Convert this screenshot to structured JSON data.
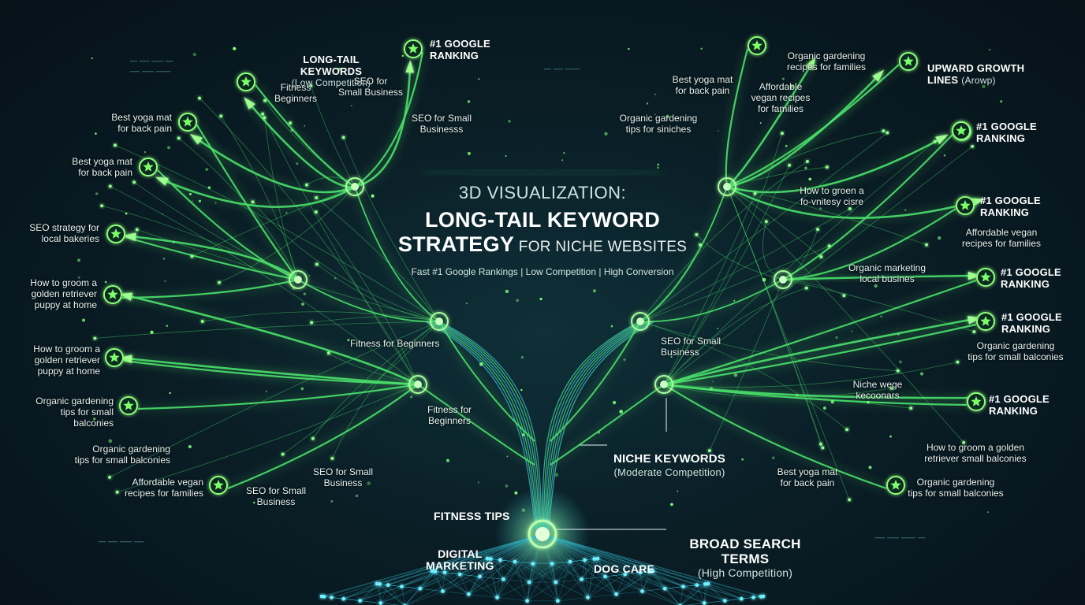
{
  "title": {
    "line1": "3D VISUALIZATION:",
    "line2": "LONG-TAIL KEYWORD",
    "line3_bold": "STRATEGY",
    "line3_rest": " FOR NICHE WEBSITES",
    "subtitle": "Fast #1 Google Rankings | Low Competition | High Conversion"
  },
  "tiers": {
    "long_tail": {
      "label": "LONG-TAIL KEYWORDS",
      "sub": "(Low Competition)"
    },
    "niche": {
      "label": "NICHE KEYWORDS",
      "sub": "(Moderate Competition)"
    },
    "broad": {
      "label": "BROAD SEARCH TERMS",
      "sub": "(High Competition)"
    }
  },
  "broad_terms": [
    "FITNESS TIPS",
    "DIGITAL\nMARKETING",
    "DOG CARE"
  ],
  "top_left": {
    "rank": "#1 GOOGLE\nRANKING"
  },
  "top_right": {
    "label": "UPWARD GROWTH\nLINES",
    "sub": "(Arowp)"
  },
  "left_labels": [
    "Fitness\nBeginners",
    "SEO for\nSmall Business",
    "SEO for Small\nBusinesss",
    "Best yoga mat\nfor back pain",
    "Best yoga mat\nfor back pain",
    "SEO strategy for\nlocal bakeries",
    "How to groom a\ngolden retriever\npuppy at home",
    "How to groom a\ngolden retriever\npuppy at home",
    "Organic gardening\ntips for small\nbalconies",
    "Organic gardening\ntips for small balconies",
    "Affordable vegan\nrecipes for families",
    "SEO for Small\nBusiness",
    "SEO for Small\nBusiness",
    "Fitness for Beginners",
    "Fitness for\nBeginners"
  ],
  "right_labels": [
    "Best yoga mat\nfor back pain",
    "Organic gardening\nrecipes for families",
    "Affordable\nvegan recipes\nfor families",
    "Organic gardening\ntips for siniches",
    "How to groen a\nfo-vnitesy cisre",
    "Affordable vegan\nrecipes for families",
    "Organic marketing\nlocal busines",
    "Organic gardening\ntips for small balconies",
    "Niche wege\nkecoonars",
    "How to groom a golden\nretriever small balconies",
    "Organic gardening\ntips for small balconies",
    "Best yoga mat\nfor back pain",
    "SEO for Small\nBusiness"
  ],
  "right_ranks": [
    "#1 GOOGLE\nRANKING",
    "#1 GOOGLE\nRANKING",
    "#1 GOOGLE\nRANKING",
    "#1 GOOGLE\nRANKING",
    "#1 GOOGLE\nRANKING"
  ],
  "colors": {
    "glow": "#6dff7a",
    "line": "#49e06a",
    "trunk": "#3fb6d6",
    "star": "#7dff6a",
    "bg": "#0a1e26"
  }
}
